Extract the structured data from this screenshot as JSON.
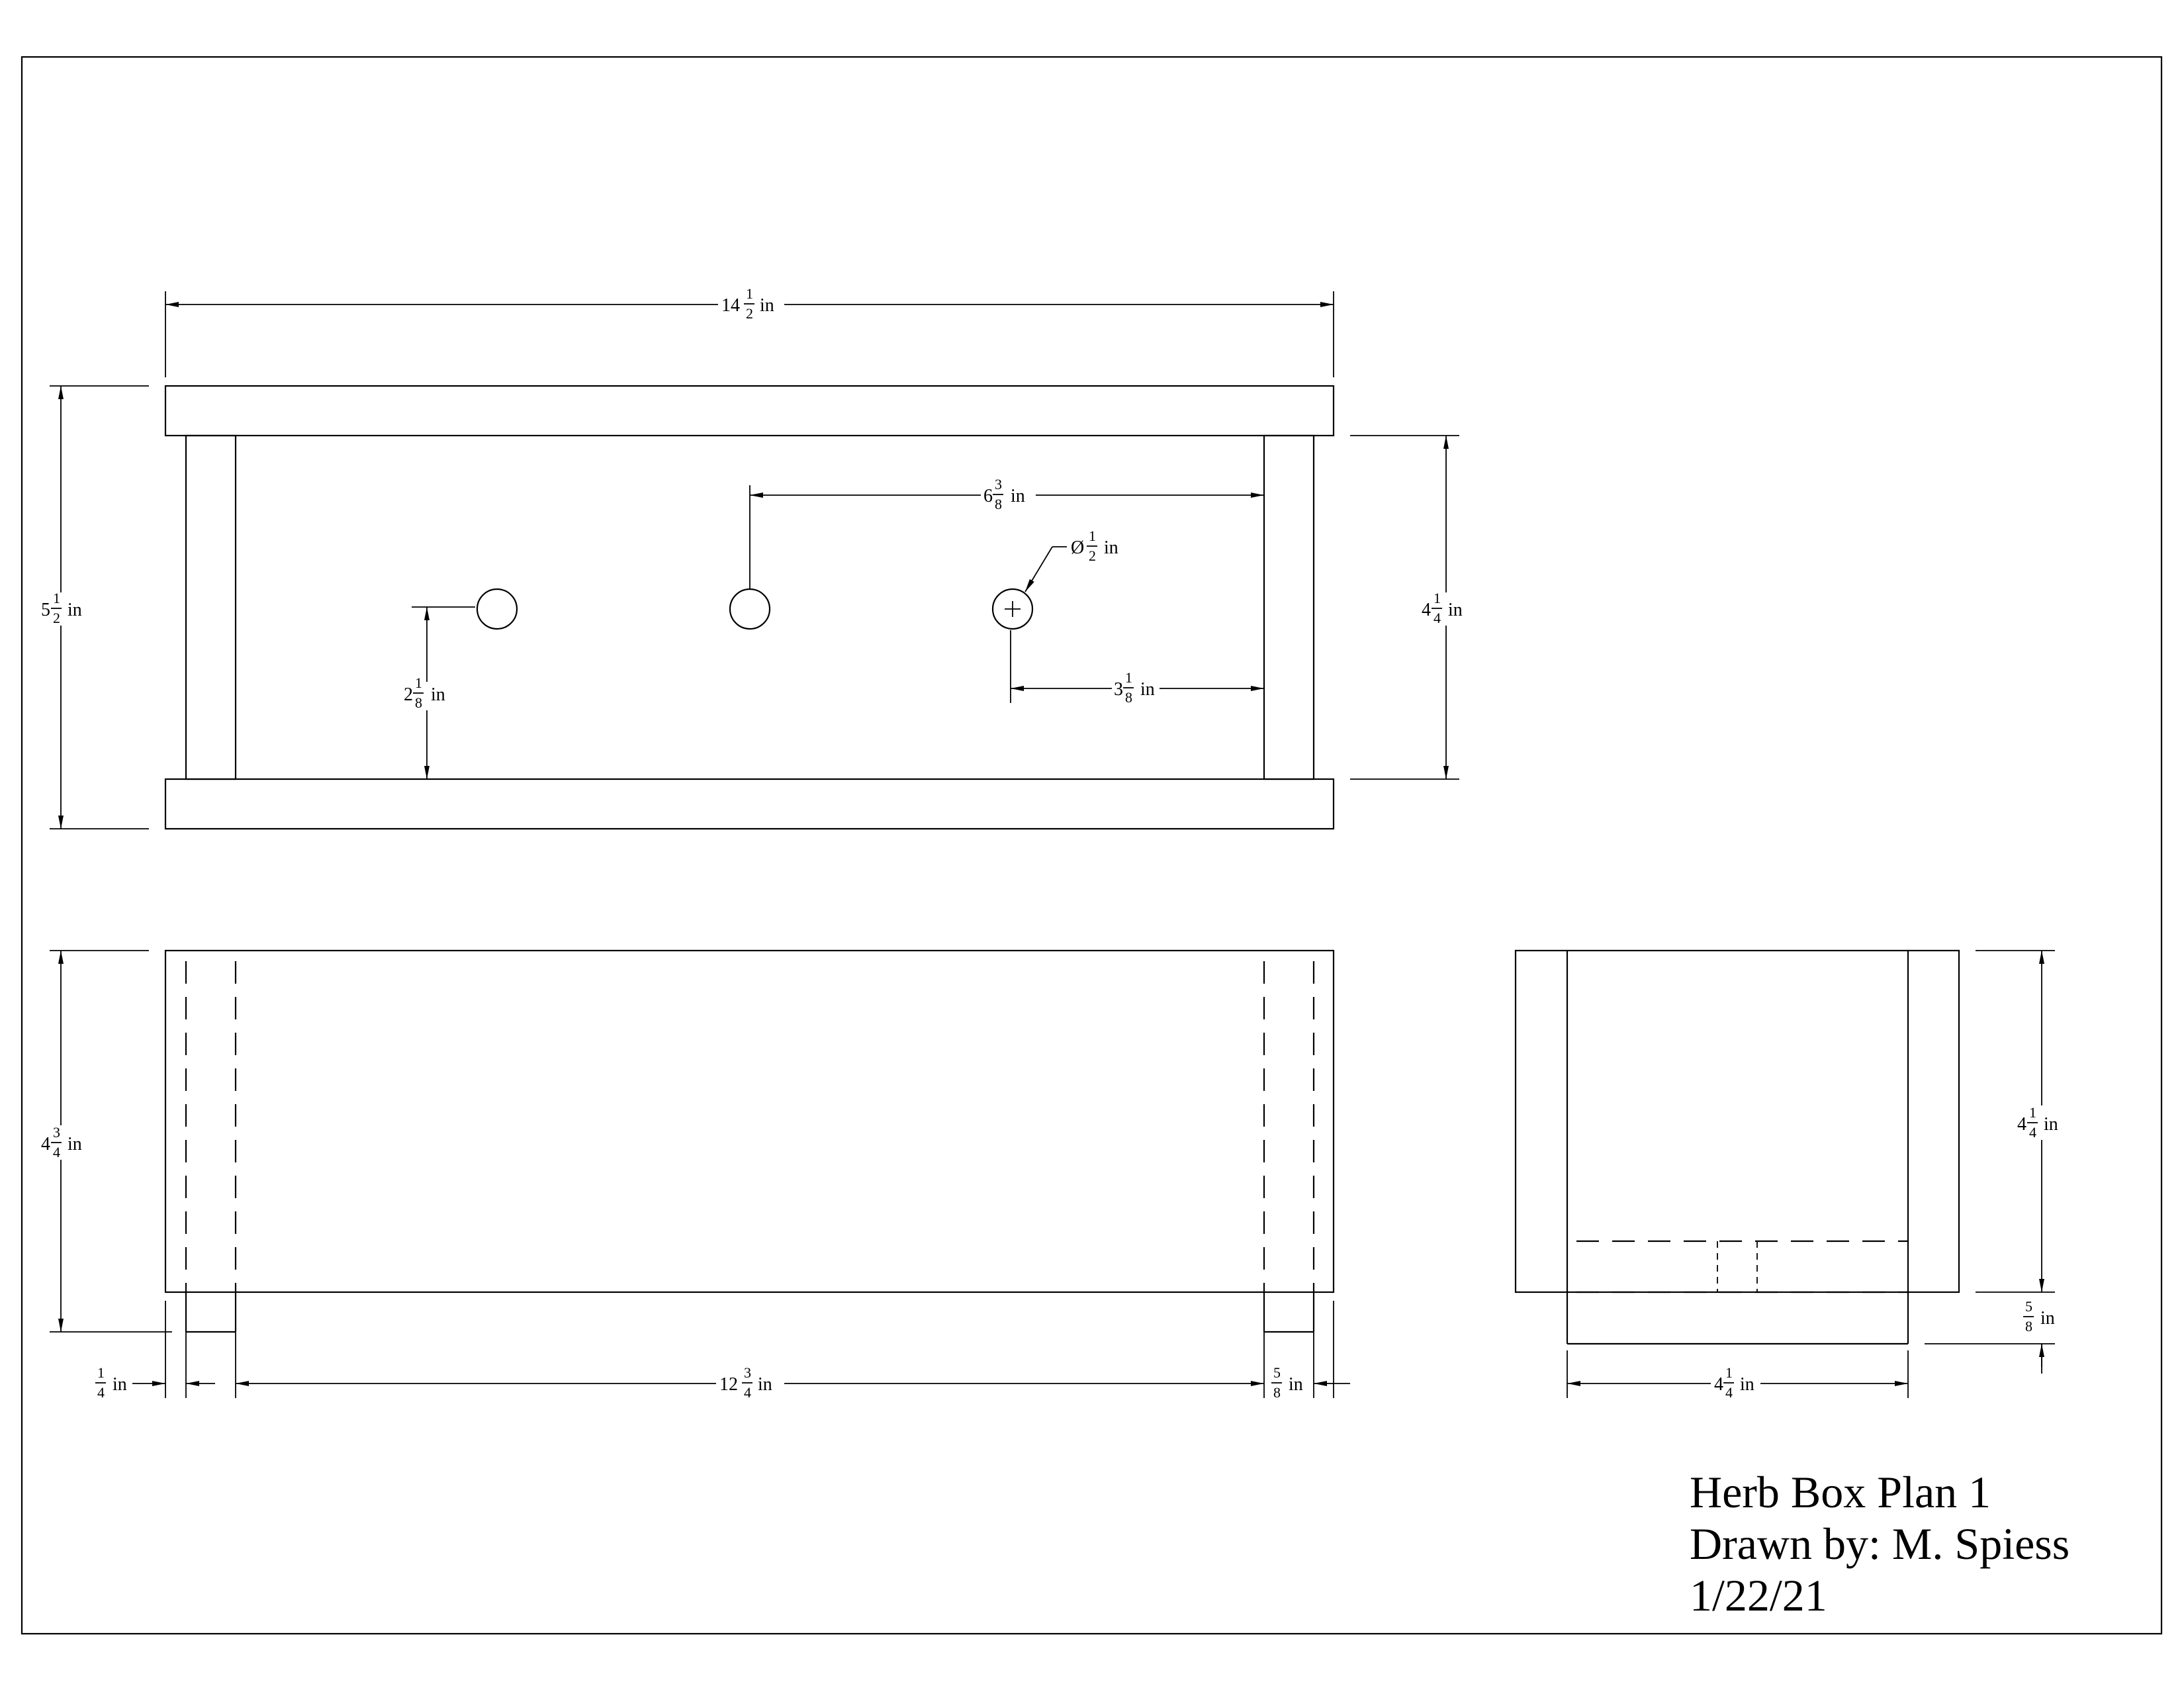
{
  "title_block": {
    "title": "Herb Box Plan 1",
    "drawn_by": "Drawn by: M. Spiess",
    "date": "1/22/21"
  },
  "unit": "in",
  "front_view": {
    "overall_width": {
      "whole": "14",
      "num": "1",
      "den": "2"
    },
    "overall_height": {
      "whole": "5",
      "num": "1",
      "den": "2"
    },
    "inner_height": {
      "whole": "4",
      "num": "1",
      "den": "4"
    },
    "hole_spacing": {
      "whole": "6",
      "num": "3",
      "den": "8"
    },
    "hole_diameter": {
      "prefix": "Ø",
      "whole": "",
      "num": "1",
      "den": "2"
    },
    "hole_from_bottom": {
      "whole": "2",
      "num": "1",
      "den": "8"
    },
    "hole_from_side": {
      "whole": "3",
      "num": "1",
      "den": "8"
    }
  },
  "top_view": {
    "height": {
      "whole": "4",
      "num": "3",
      "den": "4"
    },
    "left_offset": {
      "whole": "",
      "num": "1",
      "den": "4"
    },
    "inner_length": {
      "whole": "12",
      "num": "3",
      "den": "4"
    },
    "end_thickness": {
      "whole": "",
      "num": "5",
      "den": "8"
    }
  },
  "side_view": {
    "height": {
      "whole": "4",
      "num": "1",
      "den": "4"
    },
    "width": {
      "whole": "4",
      "num": "1",
      "den": "4"
    },
    "bottom_thickness": {
      "whole": "",
      "num": "5",
      "den": "8"
    }
  }
}
